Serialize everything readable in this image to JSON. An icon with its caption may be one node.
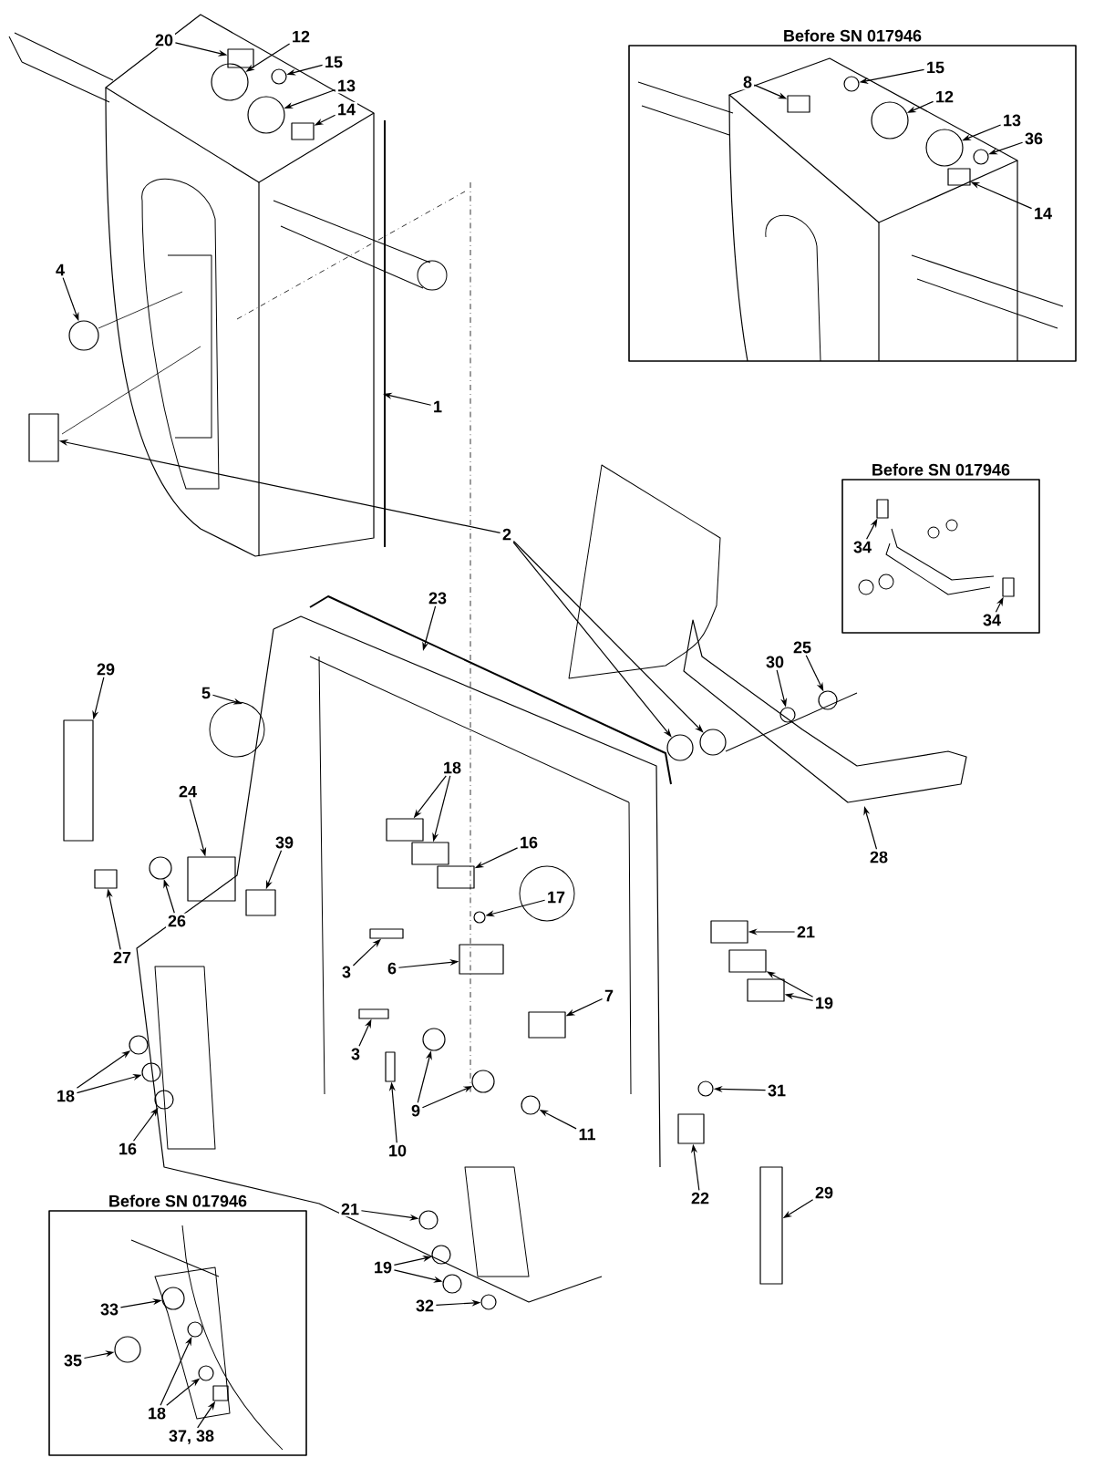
{
  "diagram": {
    "nodes": [
      {
        "text": [
          "20"
        ]
      },
      {
        "text": [
          "12"
        ]
      },
      {
        "text": [
          "15"
        ]
      },
      {
        "text": [
          "13"
        ]
      },
      {
        "text": [
          "14"
        ]
      },
      {
        "text": [
          "Before SN 017946"
        ]
      },
      {
        "text": [
          "8"
        ],
        "in": 5
      },
      {
        "text": [
          "15"
        ],
        "in": 5
      },
      {
        "text": [
          "12"
        ],
        "in": 5
      },
      {
        "text": [
          "13"
        ],
        "in": 5
      },
      {
        "text": [
          "36"
        ],
        "in": 5
      },
      {
        "text": [
          "14"
        ],
        "in": 5
      },
      {
        "text": [
          "4"
        ]
      },
      {
        "text": [
          "1"
        ]
      },
      {
        "text": [
          "Before SN 017946"
        ]
      },
      {
        "text": [
          "34"
        ],
        "in": 14
      },
      {
        "text": [
          "34"
        ],
        "in": 14
      },
      {
        "text": [
          "2"
        ]
      },
      {
        "text": [
          "23"
        ]
      },
      {
        "text": [
          "30"
        ]
      },
      {
        "text": [
          "25"
        ]
      },
      {
        "text": [
          "29"
        ]
      },
      {
        "text": [
          "5"
        ]
      },
      {
        "text": [
          "18"
        ]
      },
      {
        "text": [
          "24"
        ]
      },
      {
        "text": [
          "39"
        ]
      },
      {
        "text": [
          "16"
        ]
      },
      {
        "text": [
          "28"
        ]
      },
      {
        "text": [
          "17"
        ]
      },
      {
        "text": [
          "26"
        ]
      },
      {
        "text": [
          "21"
        ]
      },
      {
        "text": [
          "27"
        ]
      },
      {
        "text": [
          "6"
        ]
      },
      {
        "text": [
          "3"
        ]
      },
      {
        "text": [
          "7"
        ]
      },
      {
        "text": [
          "19"
        ]
      },
      {
        "text": [
          "3"
        ]
      },
      {
        "text": [
          "31"
        ]
      },
      {
        "text": [
          "18"
        ]
      },
      {
        "text": [
          "9"
        ]
      },
      {
        "text": [
          "11"
        ]
      },
      {
        "text": [
          "16"
        ]
      },
      {
        "text": [
          "10"
        ]
      },
      {
        "text": [
          "29"
        ]
      },
      {
        "text": [
          "22"
        ]
      },
      {
        "text": [
          "21"
        ]
      },
      {
        "text": [
          "Before SN 017946"
        ]
      },
      {
        "text": [
          "19"
        ]
      },
      {
        "text": [
          "32"
        ]
      },
      {
        "text": [
          "33"
        ],
        "in": 46
      },
      {
        "text": [
          "35"
        ],
        "in": 46
      },
      {
        "text": [
          "18"
        ],
        "in": 46
      },
      {
        "text": [
          "37, 38"
        ],
        "in": 46
      },
      {
        "text": [],
        "shape": "box"
      },
      {
        "text": [],
        "shape": "circle"
      },
      {
        "text": [],
        "shape": "circle"
      },
      {
        "text": [],
        "shape": "circle"
      },
      {
        "text": [],
        "shape": "box"
      },
      {
        "text": [],
        "shape": "box",
        "in": 5
      },
      {
        "text": [],
        "shape": "circle",
        "in": 5
      },
      {
        "text": [],
        "shape": "circle",
        "in": 5
      },
      {
        "text": [],
        "shape": "circle",
        "in": 5
      },
      {
        "text": [],
        "shape": "circle",
        "in": 5
      },
      {
        "text": [],
        "shape": "box",
        "in": 5
      },
      {
        "text": [],
        "shape": "circle"
      },
      {
        "text": [],
        "shape": "box",
        "in": 14
      },
      {
        "text": [],
        "shape": "box",
        "in": 14
      },
      {
        "text": [],
        "shape": "box"
      },
      {
        "text": [],
        "shape": "circle"
      },
      {
        "text": [],
        "shape": "circle"
      },
      {
        "text": [],
        "shape": "circle"
      },
      {
        "text": [],
        "shape": "circle"
      },
      {
        "text": [],
        "shape": "box"
      },
      {
        "text": [],
        "shape": "box"
      },
      {
        "text": [],
        "shape": "box"
      },
      {
        "text": [],
        "shape": "box"
      },
      {
        "text": [],
        "shape": "box"
      },
      {
        "text": [],
        "shape": "box"
      },
      {
        "text": [],
        "shape": "circle"
      },
      {
        "text": [],
        "shape": "circle"
      },
      {
        "text": [],
        "shape": "box"
      },
      {
        "text": [],
        "shape": "box"
      },
      {
        "text": [],
        "shape": "box"
      },
      {
        "text": [],
        "shape": "box"
      },
      {
        "text": [],
        "shape": "box"
      },
      {
        "text": [],
        "shape": "box"
      },
      {
        "text": [],
        "shape": "box"
      },
      {
        "text": [],
        "shape": "box"
      },
      {
        "text": [],
        "shape": "circle"
      },
      {
        "text": [],
        "shape": "circle"
      },
      {
        "text": [],
        "shape": "circle"
      },
      {
        "text": [],
        "shape": "circle"
      },
      {
        "text": [],
        "shape": "circle"
      },
      {
        "text": [],
        "shape": "circle"
      },
      {
        "text": [],
        "shape": "circle"
      },
      {
        "text": [],
        "shape": "box"
      },
      {
        "text": [],
        "shape": "box"
      },
      {
        "text": [],
        "shape": "box"
      },
      {
        "text": [],
        "shape": "circle"
      },
      {
        "text": [],
        "shape": "circle"
      },
      {
        "text": [],
        "shape": "circle"
      },
      {
        "text": [],
        "shape": "circle"
      },
      {
        "text": [],
        "shape": "circle",
        "in": 46
      },
      {
        "text": [],
        "shape": "circle",
        "in": 46
      },
      {
        "text": [],
        "shape": "circle",
        "in": 46
      },
      {
        "text": [],
        "shape": "circle",
        "in": 46
      },
      {
        "text": [],
        "shape": "box",
        "in": 46
      }
    ],
    "edges": [
      {
        "from": 0,
        "to": 53,
        "arrow": "to"
      },
      {
        "from": 1,
        "to": 54,
        "arrow": "to"
      },
      {
        "from": 2,
        "to": 55,
        "arrow": "to"
      },
      {
        "from": 3,
        "to": 56,
        "arrow": "to"
      },
      {
        "from": 4,
        "to": 57,
        "arrow": "to"
      },
      {
        "from": 6,
        "to": 58,
        "arrow": "to"
      },
      {
        "from": 7,
        "to": 59,
        "arrow": "to"
      },
      {
        "from": 8,
        "to": 60,
        "arrow": "to"
      },
      {
        "from": 9,
        "to": 61,
        "arrow": "to"
      },
      {
        "from": 10,
        "to": 62,
        "arrow": "to"
      },
      {
        "from": 11,
        "to": 63,
        "arrow": "to"
      },
      {
        "from": 12,
        "to": 64,
        "arrow": "to"
      },
      {
        "from": 13,
        "to": null,
        "arrow": "to"
      },
      {
        "from": 15,
        "to": 65,
        "arrow": "to"
      },
      {
        "from": 16,
        "to": 66,
        "arrow": "to"
      },
      {
        "from": 17,
        "to": 67,
        "arrow": "to"
      },
      {
        "from": 17,
        "to": 68,
        "arrow": "to"
      },
      {
        "from": 17,
        "to": 69,
        "arrow": "to"
      },
      {
        "from": 18,
        "to": null,
        "arrow": "to"
      },
      {
        "from": 19,
        "to": 70,
        "arrow": "to"
      },
      {
        "from": 20,
        "to": 71,
        "arrow": "to"
      },
      {
        "from": 21,
        "to": 72,
        "arrow": "to"
      },
      {
        "from": 22,
        "to": null,
        "arrow": "to"
      },
      {
        "from": 23,
        "to": 73,
        "arrow": "to"
      },
      {
        "from": 23,
        "to": 74,
        "arrow": "to"
      },
      {
        "from": 24,
        "to": 75,
        "arrow": "to"
      },
      {
        "from": 25,
        "to": 76,
        "arrow": "to"
      },
      {
        "from": 26,
        "to": 77,
        "arrow": "to"
      },
      {
        "from": 27,
        "to": null,
        "arrow": "to"
      },
      {
        "from": 28,
        "to": 78,
        "arrow": "to"
      },
      {
        "from": 29,
        "to": 79,
        "arrow": "to"
      },
      {
        "from": 30,
        "to": 80,
        "arrow": "to"
      },
      {
        "from": 31,
        "to": 81,
        "arrow": "to"
      },
      {
        "from": 32,
        "to": 82,
        "arrow": "to"
      },
      {
        "from": 33,
        "to": 83,
        "arrow": "to"
      },
      {
        "from": 34,
        "to": 84,
        "arrow": "to"
      },
      {
        "from": 35,
        "to": 85,
        "arrow": "to"
      },
      {
        "from": 35,
        "to": 86,
        "arrow": "to"
      },
      {
        "from": 36,
        "to": 87,
        "arrow": "to"
      },
      {
        "from": 37,
        "to": 88,
        "arrow": "to"
      },
      {
        "from": 38,
        "to": 89,
        "arrow": "to"
      },
      {
        "from": 38,
        "to": 90,
        "arrow": "to"
      },
      {
        "from": 39,
        "to": 91,
        "arrow": "to"
      },
      {
        "from": 39,
        "to": 92,
        "arrow": "to"
      },
      {
        "from": 40,
        "to": 93,
        "arrow": "to"
      },
      {
        "from": 41,
        "to": 94,
        "arrow": "to"
      },
      {
        "from": 42,
        "to": 95,
        "arrow": "to"
      },
      {
        "from": 43,
        "to": 96,
        "arrow": "to"
      },
      {
        "from": 44,
        "to": 97,
        "arrow": "to"
      },
      {
        "from": 45,
        "to": 98,
        "arrow": "to"
      },
      {
        "from": 47,
        "to": 99,
        "arrow": "to"
      },
      {
        "from": 47,
        "to": 100,
        "arrow": "to"
      },
      {
        "from": 48,
        "to": 101,
        "arrow": "to"
      },
      {
        "from": 49,
        "to": 102,
        "arrow": "to"
      },
      {
        "from": 50,
        "to": 103,
        "arrow": "to"
      },
      {
        "from": 51,
        "to": 104,
        "arrow": "to"
      },
      {
        "from": 51,
        "to": 105,
        "arrow": "to"
      },
      {
        "from": 52,
        "to": 106,
        "arrow": "to"
      }
    ]
  }
}
